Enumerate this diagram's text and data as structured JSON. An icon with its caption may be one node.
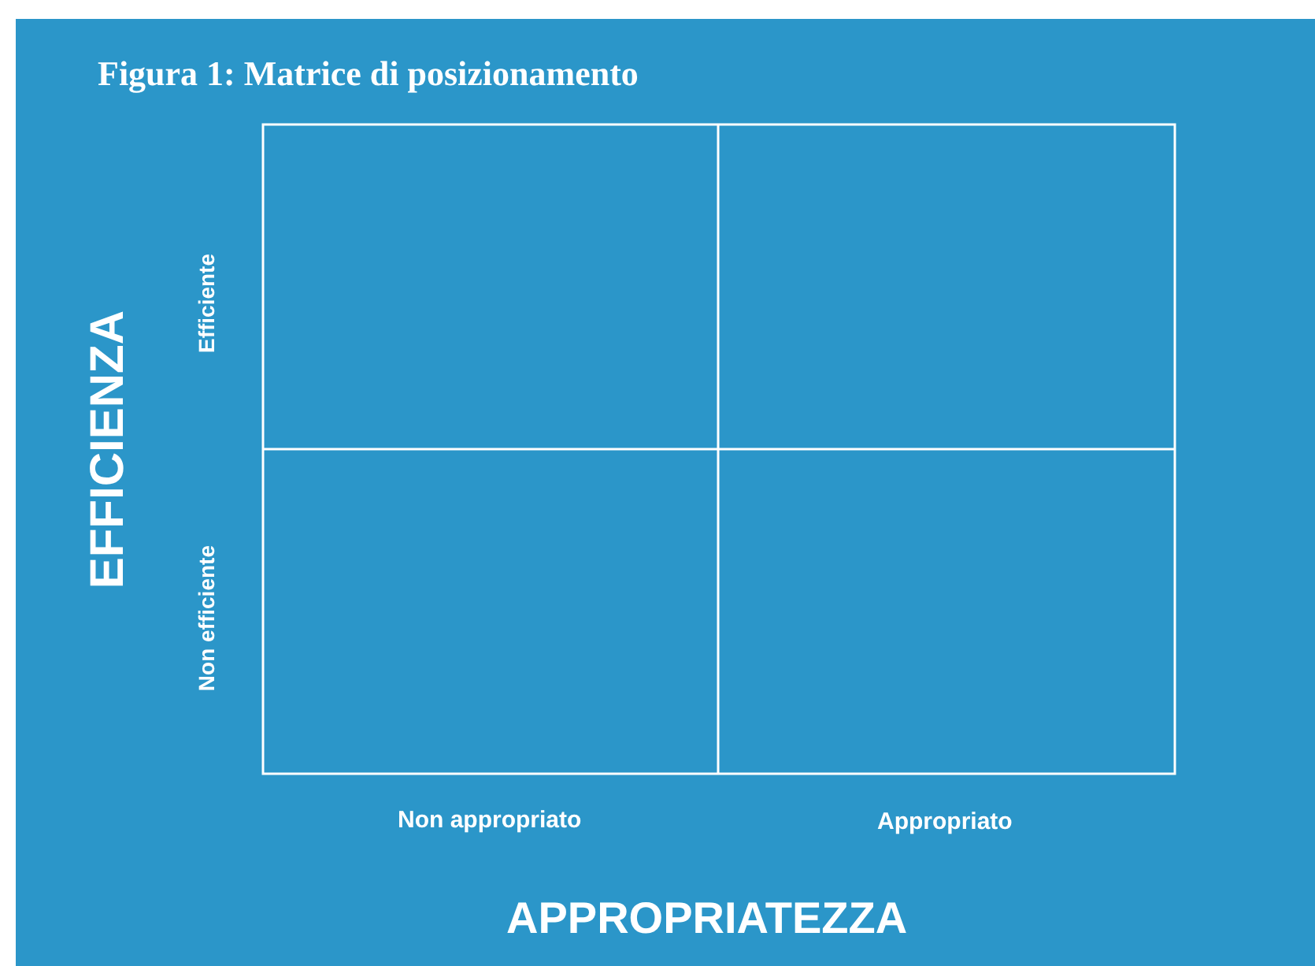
{
  "diagram": {
    "title": "Figura 1: Matrice di posizionamento",
    "labels": [
      "EFFICIENZA",
      "Efficiente",
      "Non efficiente",
      "Non appropriato",
      "Appropriato",
      "APPROPRIATEZZA"
    ]
  }
}
